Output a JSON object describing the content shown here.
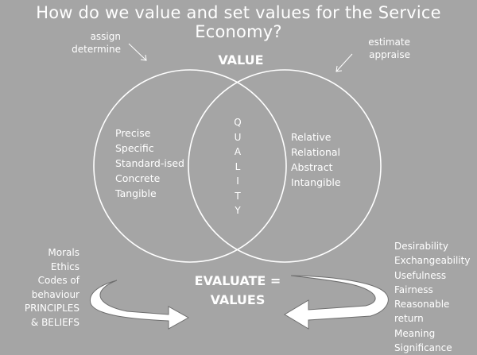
{
  "title": "How do we value and set values for the Service Economy?",
  "top_left_note": [
    "assign",
    "determine"
  ],
  "top_right_note": [
    "estimate",
    "appraise"
  ],
  "center_heading": "VALUE",
  "left_circle_terms": [
    "Precise",
    "Specific",
    "Standard-ised",
    "Concrete",
    "Tangible"
  ],
  "right_circle_terms": [
    "Relative",
    "Relational",
    "Abstract",
    "Intangible"
  ],
  "overlap_letters": [
    "Q",
    "U",
    "A",
    "L",
    "I",
    "T",
    "Y"
  ],
  "evaluate_label": [
    "EVALUATE =",
    "VALUES"
  ],
  "left_list": [
    "Morals",
    "Ethics",
    "Codes of",
    "behaviour",
    "PRINCIPLES",
    "& BELIEFS"
  ],
  "right_list": [
    "Desirability",
    "Exchangeability",
    "Usefulness",
    "Fairness",
    "Reasonable",
    "return",
    "Meaning",
    "Significance"
  ],
  "colors": {
    "background": "#a5a5a5",
    "foreground": "#ffffff"
  }
}
